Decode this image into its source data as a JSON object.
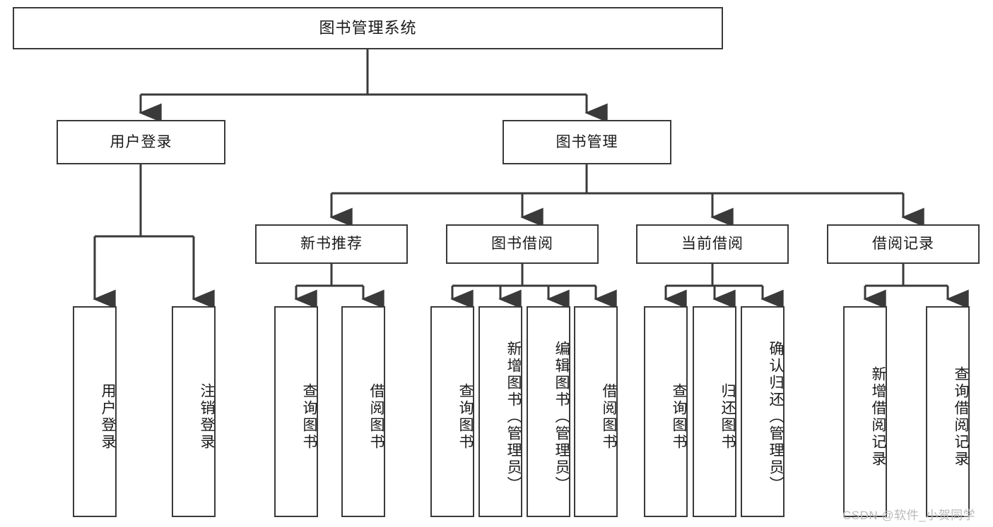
{
  "diagram": {
    "title": "图书管理系统",
    "type": "tree-hierarchy",
    "root": {
      "label": "图书管理系统"
    },
    "level2": [
      {
        "label": "用户登录"
      },
      {
        "label": "图书管理"
      }
    ],
    "level3": [
      {
        "label": "新书推荐"
      },
      {
        "label": "图书借阅"
      },
      {
        "label": "当前借阅"
      },
      {
        "label": "借阅记录"
      }
    ],
    "leaves": {
      "user_login": [
        {
          "label": "用户登录"
        },
        {
          "label": "注销登录"
        }
      ],
      "new_book_recommend": [
        {
          "label": "查询图书"
        },
        {
          "label": "借阅图书"
        }
      ],
      "book_borrow": [
        {
          "label": "查询图书"
        },
        {
          "label": "新增图书（管理员）"
        },
        {
          "label": "编辑图书（管理员）"
        },
        {
          "label": "借阅图书"
        }
      ],
      "current_borrow": [
        {
          "label": "查询图书"
        },
        {
          "label": "归还图书"
        },
        {
          "label": "确认归还（管理员）"
        }
      ],
      "borrow_record": [
        {
          "label": "新增借阅记录"
        },
        {
          "label": "查询借阅记录"
        }
      ]
    },
    "watermark": "CSDN @软件_小贺同学",
    "colors": {
      "border": "#3a3a3a",
      "background": "#ffffff",
      "text": "#1a1a1a",
      "watermark": "#b9b9b9"
    }
  }
}
